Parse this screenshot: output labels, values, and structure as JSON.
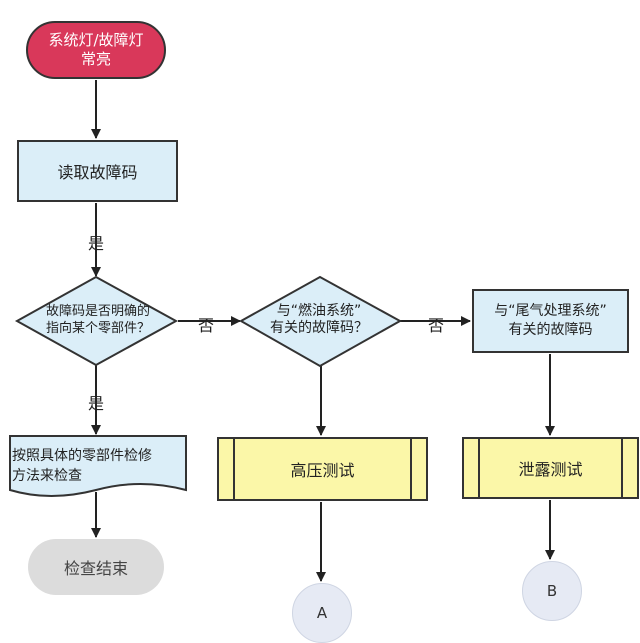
{
  "nodes": {
    "start": "系统灯/故障灯\n常亮",
    "read_codes": "读取故障码",
    "decision_component": "故障码是否明确的\n指向某个零部件？",
    "decision_fuel": "与“燃油系统”\n有关的故障码？",
    "exhaust_codes": "与“尾气处理系统”\n有关的故障码",
    "repair_method": "按照具体的零部件检修\n方法来检查",
    "high_pressure_test": "高压测试",
    "leak_test": "泄露测试",
    "end": "检查结束",
    "connector_a": "A",
    "connector_b": "B"
  },
  "edges": {
    "yes_1": "是",
    "no_1": "否",
    "no_2": "否",
    "yes_2": "是"
  },
  "colors": {
    "start_fill": "#d9385a",
    "process_fill": "#dbeef8",
    "predefined_fill": "#fbf7a8",
    "end_fill": "#dcdcdc",
    "connector_fill": "#e6eaf4"
  }
}
